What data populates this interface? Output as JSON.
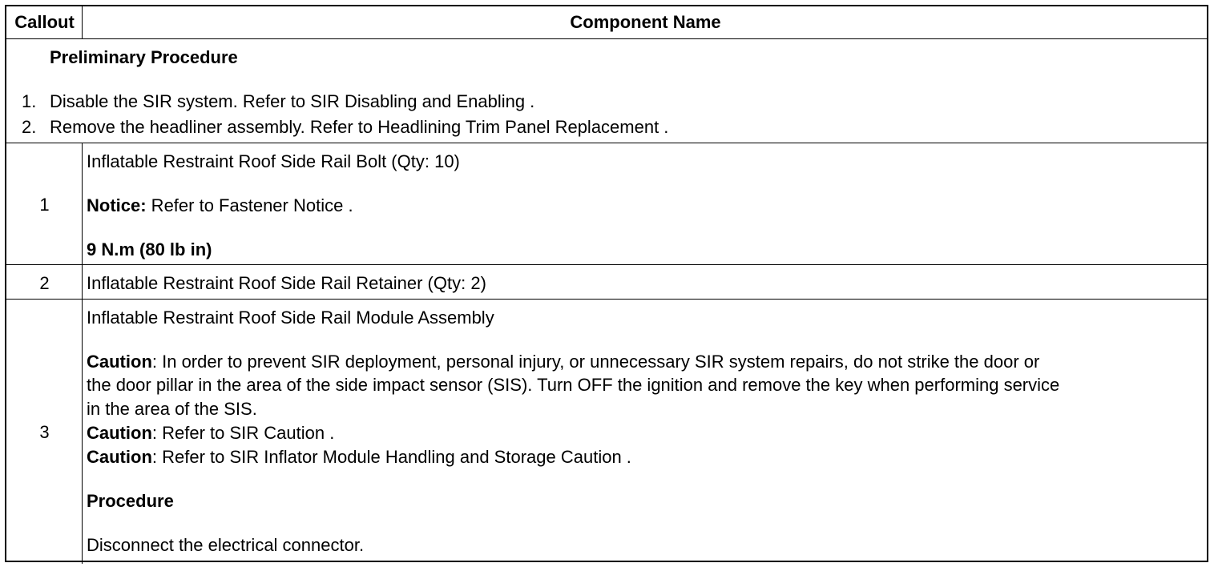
{
  "table": {
    "headers": {
      "callout": "Callout",
      "component": "Component Name"
    },
    "preliminary": {
      "title": "Preliminary Procedure",
      "steps": [
        {
          "num": "1.",
          "text": "Disable the SIR system. Refer to SIR Disabling and Enabling ."
        },
        {
          "num": "2.",
          "text": "Remove the headliner assembly. Refer to  Headlining Trim Panel Replacement ."
        }
      ]
    },
    "rows": [
      {
        "callout": "1",
        "name": "Inflatable Restraint Roof Side Rail Bolt (Qty: 10)",
        "notice_label": "Notice:",
        "notice_text": " Refer to Fastener Notice .",
        "torque": "9 N.m (80 lb in)"
      },
      {
        "callout": "2",
        "name": "Inflatable Restraint Roof Side Rail Retainer (Qty: 2)"
      },
      {
        "callout": "3",
        "name": "Inflatable Restraint Roof Side Rail Module Assembly",
        "caution_label": "Caution",
        "caution1_lines": [
          ": In order to prevent SIR deployment, personal injury, or unnecessary SIR system repairs, do not strike the door or",
          "the door pillar in the area of the side impact sensor (SIS). Turn OFF the ignition and remove the key when performing service",
          "in the area of the SIS."
        ],
        "caution2_text": ": Refer to SIR Caution .",
        "caution3_text": ": Refer to SIR Inflator Module Handling and Storage Caution .",
        "procedure_label": "Procedure",
        "procedure_text": "Disconnect the electrical connector."
      }
    ]
  }
}
